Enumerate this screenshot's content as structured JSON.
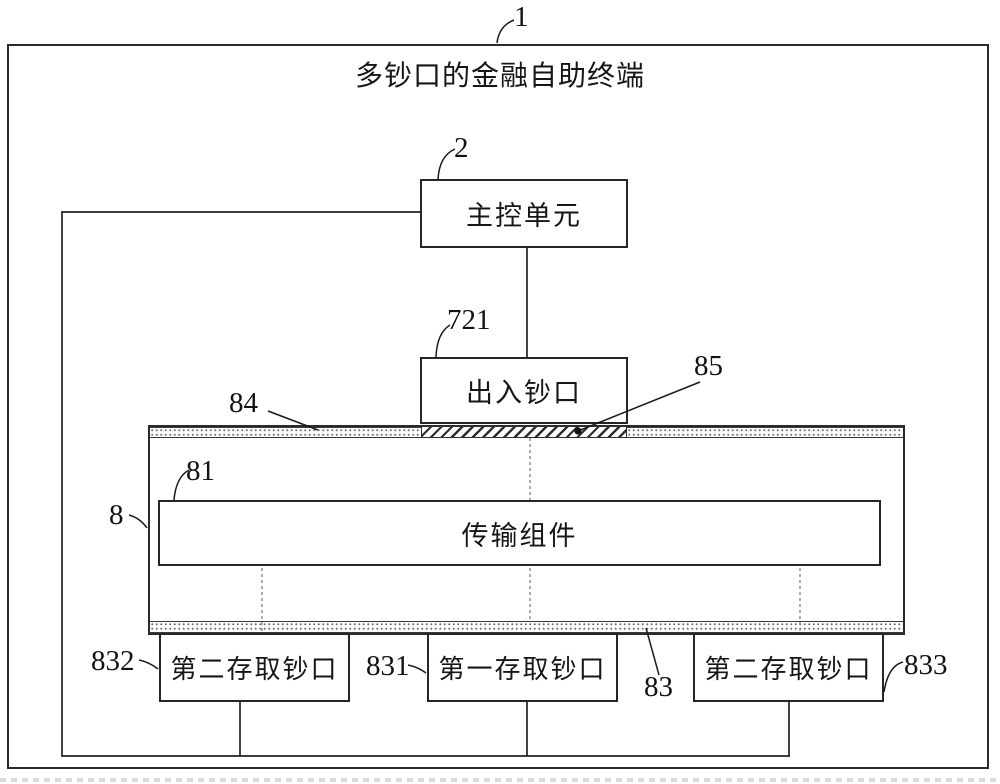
{
  "figure": {
    "root_ref": "1",
    "title": "多钞口的金融自助终端",
    "nodes": {
      "main_control": {
        "ref": "2",
        "label": "主控单元"
      },
      "cash_io": {
        "ref": "721",
        "label": "出入钞口"
      },
      "transport_assembly": {
        "ref": "8"
      },
      "transport": {
        "ref": "81",
        "label": "传输组件"
      },
      "top_panel": {
        "ref": "84"
      },
      "io_opening": {
        "ref": "85"
      },
      "bottom_panel": {
        "ref": "83"
      },
      "slot_left": {
        "ref": "832",
        "label": "第二存取钞口"
      },
      "slot_center": {
        "ref": "831",
        "label": "第一存取钞口"
      },
      "slot_right": {
        "ref": "833",
        "label": "第二存取钞口"
      }
    },
    "colors": {
      "line": "#222222",
      "dashed_line": "#777777",
      "background": "#ffffff"
    }
  }
}
